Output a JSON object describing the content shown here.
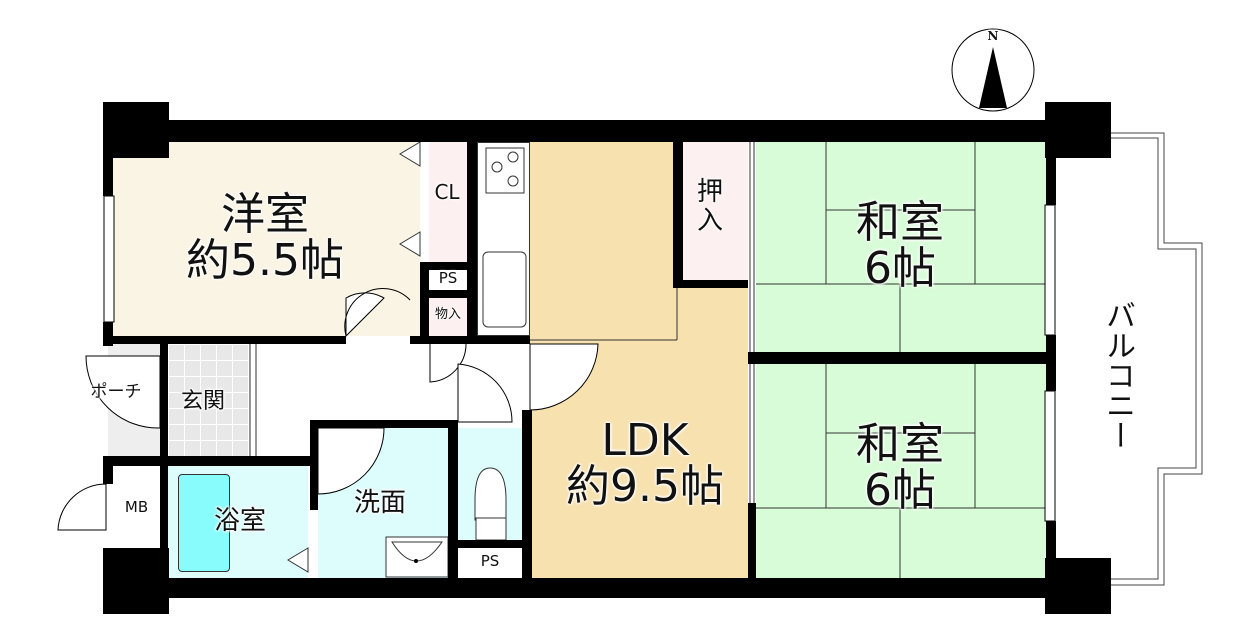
{
  "compass": {
    "label": "N"
  },
  "rooms": {
    "western_room": {
      "name": "洋室",
      "size": "約5.5帖",
      "color": "#faf4e4"
    },
    "closet": {
      "name": "CL",
      "color": "#fdf0f0"
    },
    "ps_upper": {
      "name": "PS"
    },
    "storage": {
      "name": "物入",
      "color": "#fdf0f0"
    },
    "oshiire": {
      "name": "押入",
      "color": "#fdf0f0"
    },
    "ldk": {
      "name": "LDK",
      "size": "約9.5帖",
      "color": "#f7e1ae"
    },
    "washitsu_north": {
      "name": "和室",
      "size": "6帖",
      "color": "#d8fcd8"
    },
    "washitsu_south": {
      "name": "和室",
      "size": "6帖",
      "color": "#d8fcd8"
    },
    "porch": {
      "name": "ポーチ"
    },
    "entrance": {
      "name": "玄関"
    },
    "mb": {
      "name": "MB"
    },
    "bathroom": {
      "name": "浴室",
      "color": "#ddfcfc",
      "tub_color": "#88fcfc"
    },
    "washroom": {
      "name": "洗面",
      "color": "#ddfcfc"
    },
    "toilet": {
      "color": "#ddfcfc"
    },
    "ps_lower": {
      "name": "PS"
    },
    "balcony": {
      "name": "バルコニー"
    }
  }
}
